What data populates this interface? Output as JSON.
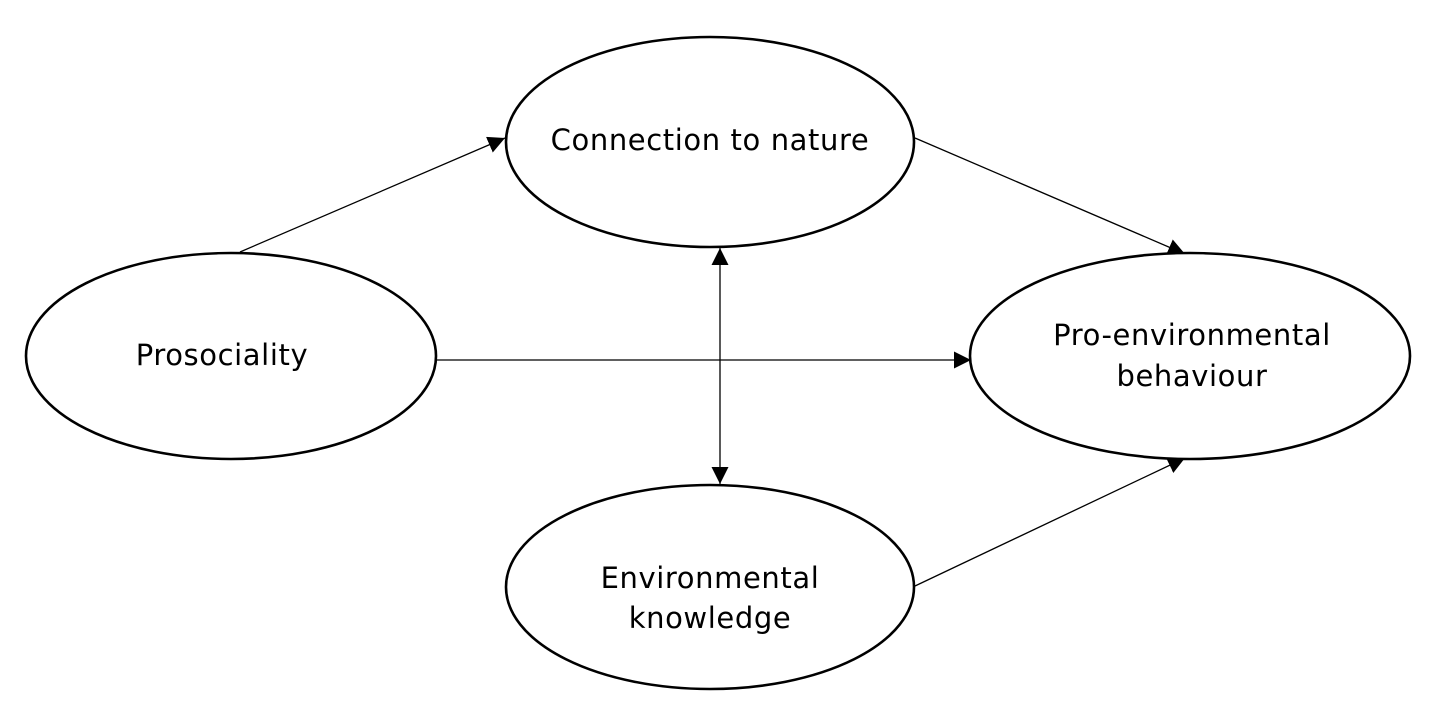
{
  "diagram": {
    "nodes": {
      "connection_to_nature": {
        "lines": [
          "Connection to nature"
        ]
      },
      "prosociality": {
        "lines": [
          "Prosociality"
        ]
      },
      "pro_environmental_behaviour": {
        "lines": [
          "Pro-environmental",
          "behaviour"
        ]
      },
      "environmental_knowledge": {
        "lines": [
          "Environmental",
          "knowledge"
        ]
      }
    },
    "edges": [
      {
        "from": "prosociality",
        "to": "connection_to_nature",
        "direction": "forward"
      },
      {
        "from": "connection_to_nature",
        "to": "pro_environmental_behaviour",
        "direction": "forward"
      },
      {
        "from": "prosociality",
        "to": "pro_environmental_behaviour",
        "direction": "forward"
      },
      {
        "from": "environmental_knowledge",
        "to": "pro_environmental_behaviour",
        "direction": "forward"
      },
      {
        "from": "connection_to_nature",
        "to": "environmental_knowledge",
        "direction": "bidirectional"
      }
    ],
    "colors": {
      "stroke": "#000000",
      "fill": "#ffffff",
      "background": "#ffffff"
    }
  }
}
